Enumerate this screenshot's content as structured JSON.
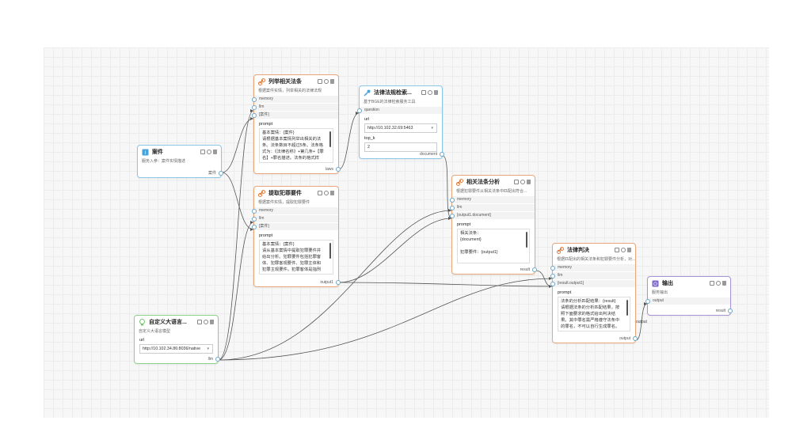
{
  "nodes": {
    "case": {
      "title": "案件",
      "desc": "服务入参：案件实情描述",
      "out": "案件"
    },
    "list_laws": {
      "title": "列举相关法条",
      "desc": "根据案件实情，列举相关的法律法规",
      "rows": [
        "memory",
        "llm",
        "[案件]"
      ],
      "prompt_label": "prompt",
      "prompt_text": "基本案情：{案件}\n请根据基本案情列举出相关的法条。法条数目不超过5条。法条格式为：《法律名称》+第几条+【罪名】+罪名描述。法条的格式样",
      "out": "laws"
    },
    "search": {
      "title": "法律法规检索...",
      "desc": "基于BGE的法律检索服务工具",
      "rows": [
        "question"
      ],
      "url_label": "url",
      "url_value": "http://10.102.32.69:5463",
      "topk_label": "top_k",
      "topk_value": "2",
      "out": "document"
    },
    "extract": {
      "title": "提取犯罪要件",
      "desc": "根据案件实情，提取犯罪要件",
      "rows": [
        "memory",
        "llm",
        "[案件]"
      ],
      "prompt_label": "prompt",
      "prompt_text": "基本案情：{案件}\n请从基本案情中提取犯罪要件并给出分析。犯罪要件包括犯罪客体、犯罪客观要件、犯罪主体和犯罪主观要件。犯罪客体是指刑",
      "out": "output1"
    },
    "analysis": {
      "title": "相关法条分析",
      "desc": "根据犯罪要件从相关法条中匹配出符合...",
      "rows": [
        "memory",
        "llm",
        "[output1.document]"
      ],
      "prompt_label": "prompt",
      "prompt_text": "相关法条：\n{document}\n\n犯罪要件：{output1}",
      "out": "result"
    },
    "judgement": {
      "title": "法律判决",
      "desc": "根据匹配出的相关法条和犯罪要件分析，对...",
      "rows": [
        "memory",
        "llm",
        "[result.output1]"
      ],
      "prompt_label": "prompt",
      "prompt_text": "法条的分析匹配结果：{result}\n请根据法条的分析匹配结果，按照下面要求的格式给出判决结果。其中罪名需严格遵守法条中的罪名，不可以自行生成罪名。",
      "out": "output"
    },
    "llm": {
      "title": "自定义大语言...",
      "desc": "自定义大语言模型",
      "url_label": "url",
      "url_value": "http://10.102.34.86:8036/native",
      "out": "llm"
    },
    "output": {
      "title": "输出",
      "desc": "服务输出",
      "rows": [
        "output"
      ],
      "out": "result"
    }
  },
  "edge_label": "output",
  "colors": {
    "orange": "#e8a67a",
    "blue": "#8cc8e6",
    "green": "#8ed08a",
    "purple": "#a895d8",
    "edge": "#555555"
  }
}
